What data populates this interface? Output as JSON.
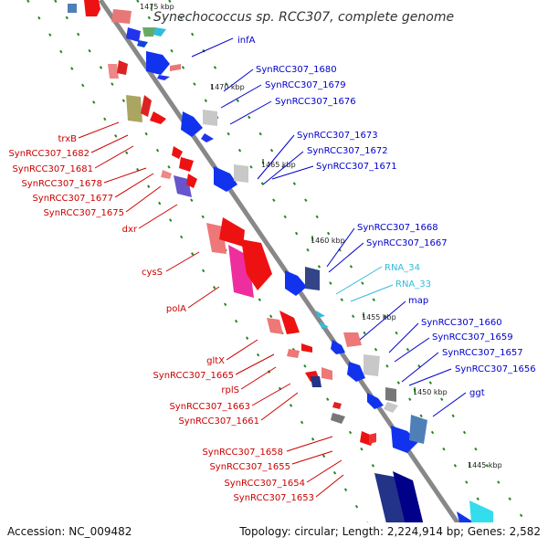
{
  "title": "Synechococcus sp. RCC307, complete genome",
  "footer": {
    "accession": "Accession: NC_009482",
    "topology": "Topology: circular; Length: 2,224,914 bp; Genes: 2,582"
  },
  "colors": {
    "forward": "#0000cc",
    "reverse": "#cc0000",
    "rna": "#33bbdd",
    "backbone": "#888888",
    "tick": "#228822"
  },
  "scale_marks": [
    {
      "label": "1475 kbp"
    },
    {
      "label": "1470 kbp"
    },
    {
      "label": "1465 kbp"
    },
    {
      "label": "1460 kbp"
    },
    {
      "label": "1455 kbp"
    },
    {
      "label": "1450 kbp"
    },
    {
      "label": "1445 kbp"
    }
  ],
  "right_labels": [
    {
      "text": "infA",
      "type": "forward"
    },
    {
      "text": "SynRCC307_1680",
      "type": "forward"
    },
    {
      "text": "SynRCC307_1679",
      "type": "forward"
    },
    {
      "text": "SynRCC307_1676",
      "type": "forward"
    },
    {
      "text": "SynRCC307_1673",
      "type": "forward"
    },
    {
      "text": "SynRCC307_1672",
      "type": "forward"
    },
    {
      "text": "SynRCC307_1671",
      "type": "forward"
    },
    {
      "text": "SynRCC307_1668",
      "type": "forward"
    },
    {
      "text": "SynRCC307_1667",
      "type": "forward"
    },
    {
      "text": "RNA_34",
      "type": "rna"
    },
    {
      "text": "RNA_33",
      "type": "rna"
    },
    {
      "text": "map",
      "type": "forward"
    },
    {
      "text": "SynRCC307_1660",
      "type": "forward"
    },
    {
      "text": "SynRCC307_1659",
      "type": "forward"
    },
    {
      "text": "SynRCC307_1657",
      "type": "forward"
    },
    {
      "text": "SynRCC307_1656",
      "type": "forward"
    },
    {
      "text": "ggt",
      "type": "forward"
    }
  ],
  "left_labels": [
    {
      "text": "trxB",
      "type": "reverse"
    },
    {
      "text": "SynRCC307_1682",
      "type": "reverse"
    },
    {
      "text": "SynRCC307_1681",
      "type": "reverse"
    },
    {
      "text": "SynRCC307_1678",
      "type": "reverse"
    },
    {
      "text": "SynRCC307_1677",
      "type": "reverse"
    },
    {
      "text": "SynRCC307_1675",
      "type": "reverse"
    },
    {
      "text": "dxr",
      "type": "reverse"
    },
    {
      "text": "cysS",
      "type": "reverse"
    },
    {
      "text": "polA",
      "type": "reverse"
    },
    {
      "text": "gltX",
      "type": "reverse"
    },
    {
      "text": "SynRCC307_1665",
      "type": "reverse"
    },
    {
      "text": "rplS",
      "type": "reverse"
    },
    {
      "text": "SynRCC307_1663",
      "type": "reverse"
    },
    {
      "text": "SynRCC307_1661",
      "type": "reverse"
    },
    {
      "text": "SynRCC307_1658",
      "type": "reverse"
    },
    {
      "text": "SynRCC307_1655",
      "type": "reverse"
    },
    {
      "text": "SynRCC307_1654",
      "type": "reverse"
    },
    {
      "text": "SynRCC307_1653",
      "type": "reverse"
    }
  ]
}
